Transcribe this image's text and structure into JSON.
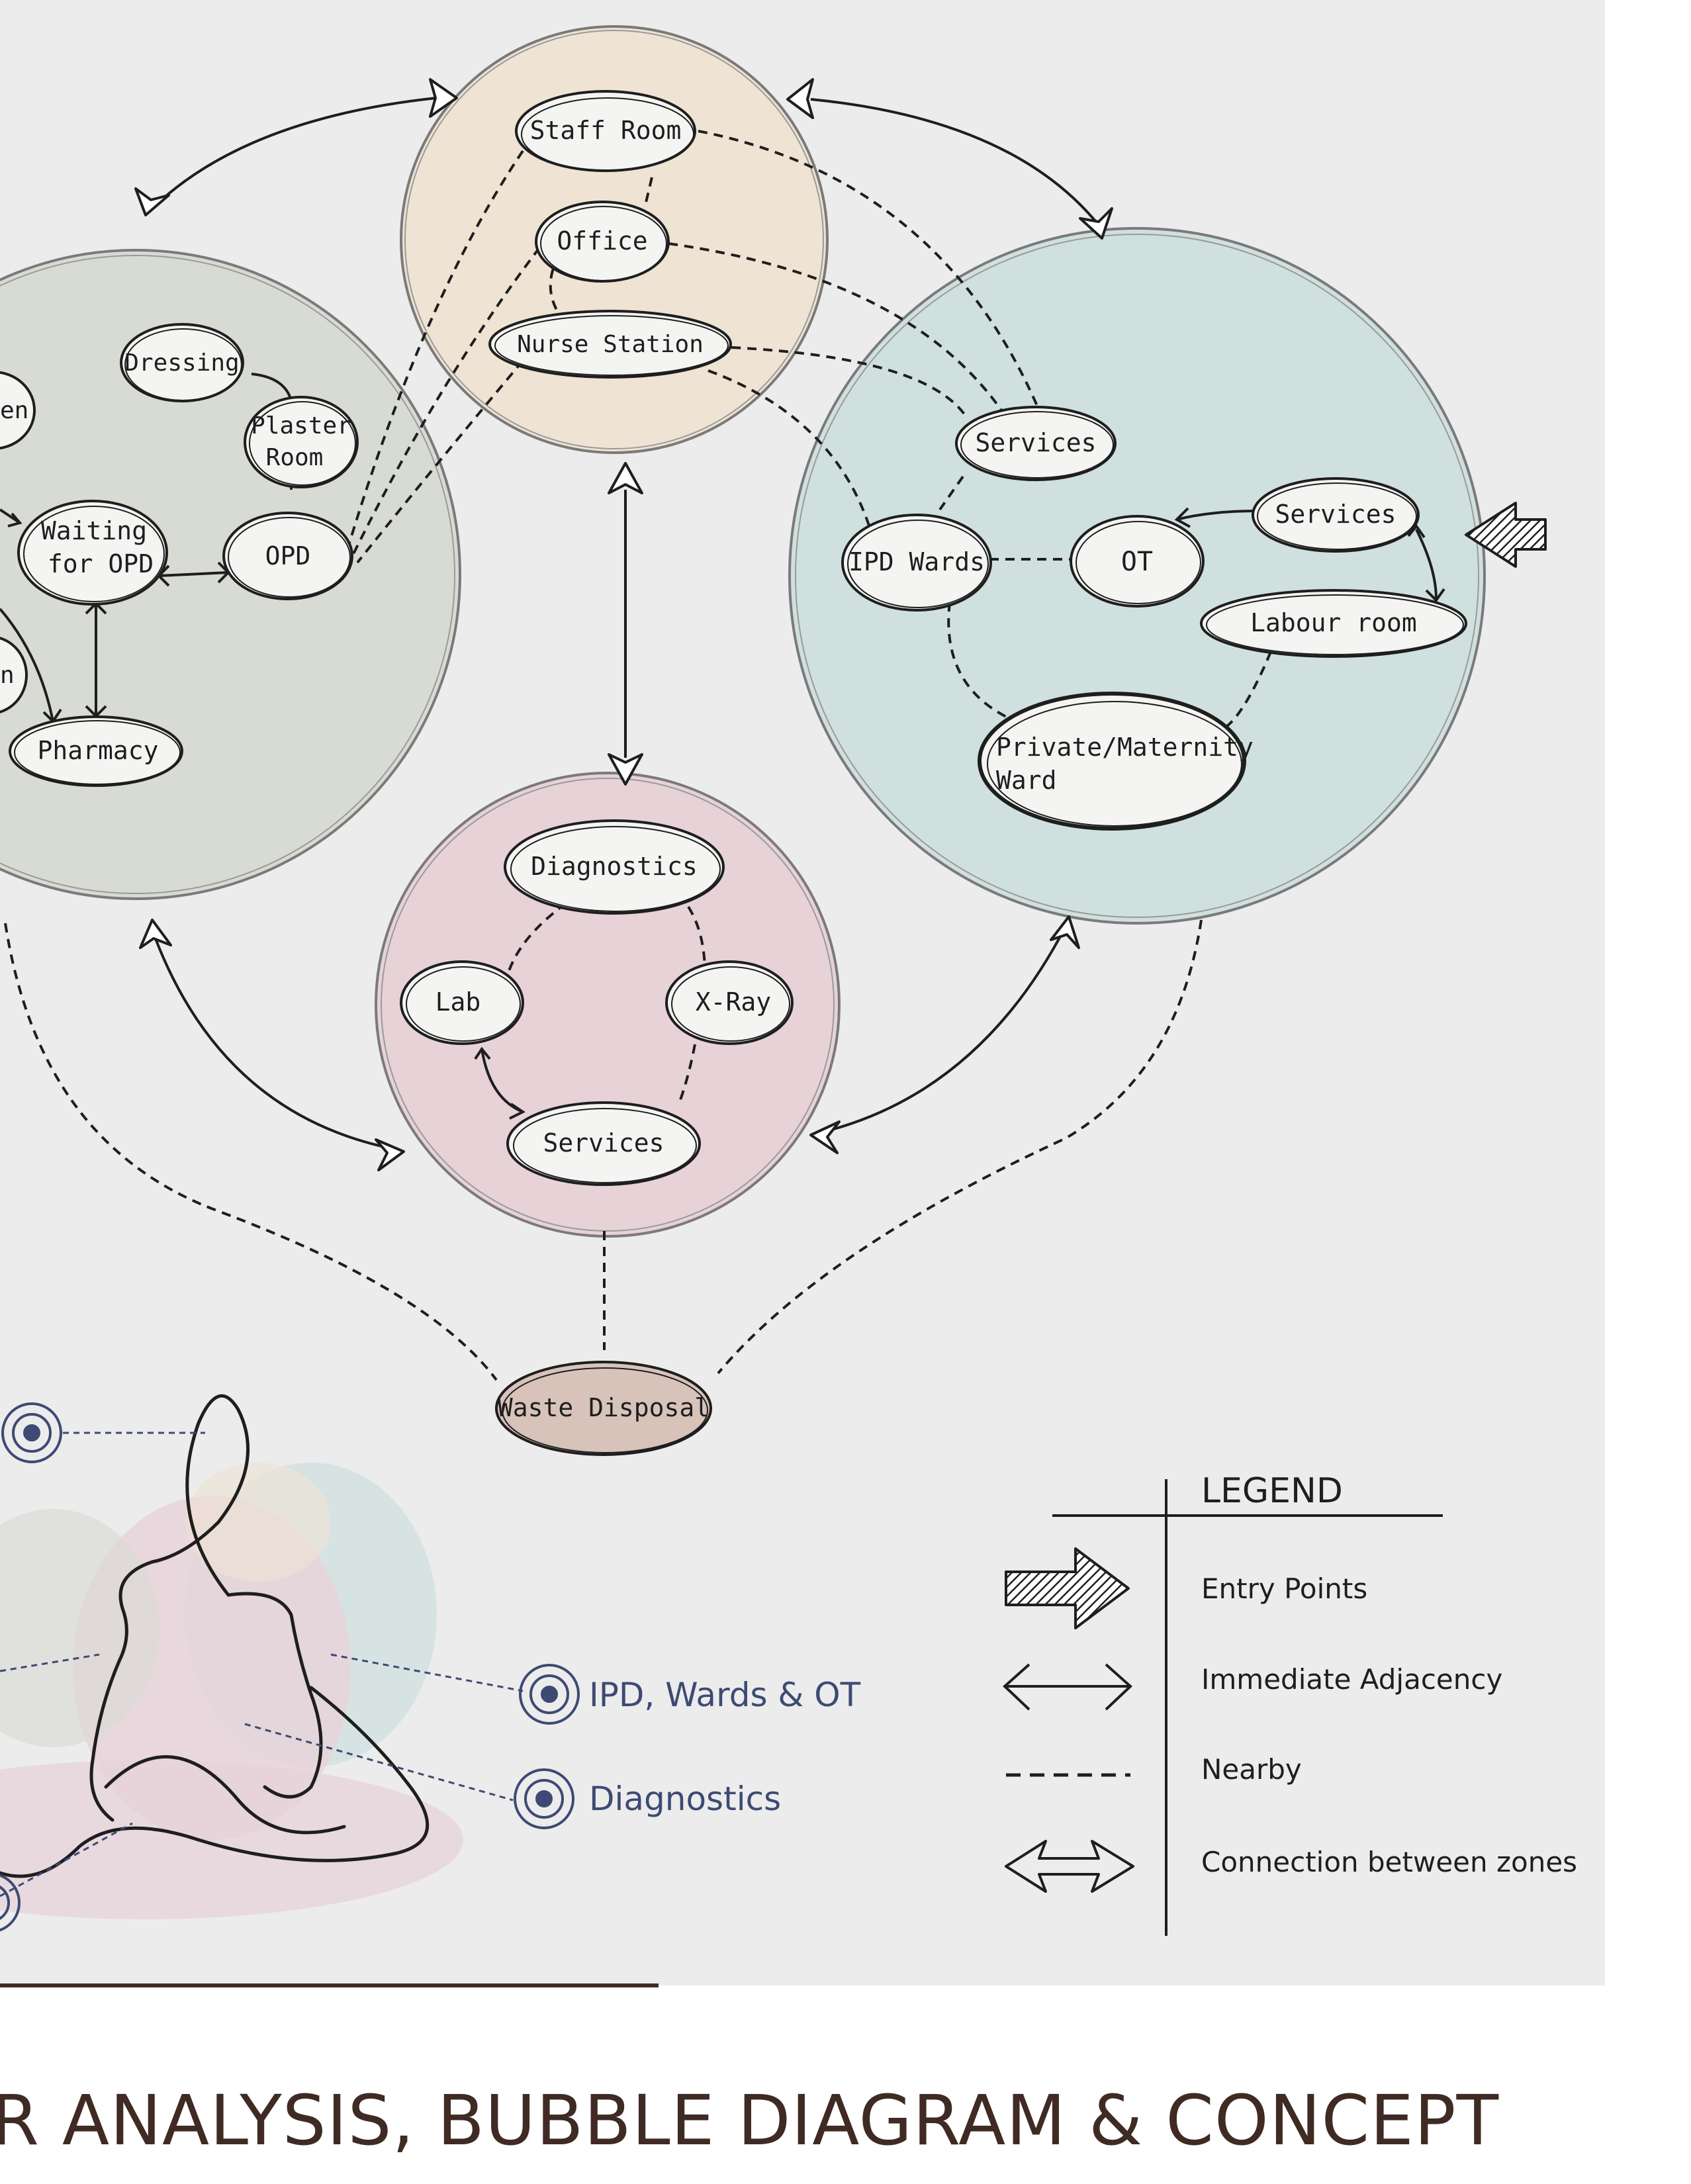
{
  "title": "ER ANALYSIS, BUBBLE DIAGRAM & CONCEPT",
  "nodes": {
    "staff_room": "Staff Room",
    "office": "Office",
    "nurse_station": "Nurse Station",
    "dressing": "Dressing",
    "plaster_room": [
      "Plaster",
      "Room"
    ],
    "left_cut_1": "en",
    "waiting_opd": [
      "Waiting",
      "for OPD"
    ],
    "opd": "OPD",
    "left_cut_2": "n",
    "pharmacy": "Pharmacy",
    "services_top_right": "Services",
    "ipd_wards": "IPD Wards",
    "ot": "OT",
    "services_right": "Services",
    "labour_room": "Labour room",
    "private_maternity": [
      "Private/Maternity",
      "Ward"
    ],
    "diagnostics": "Diagnostics",
    "lab": "Lab",
    "xray": "X-Ray",
    "services_bottom": "Services",
    "waste_disposal": "Waste Disposal"
  },
  "callouts": {
    "ipd": "IPD, Wards & OT",
    "diagnostics": "Diagnostics"
  },
  "legend": {
    "heading": "LEGEND",
    "items": [
      "Entry Points",
      "Immediate Adjacency",
      "Nearby",
      "Connection between zones"
    ]
  },
  "colors": {
    "admin_zone": "#efe3d3",
    "opd_zone": "#d8dbd3",
    "ipd_zone": "#cfe0df",
    "diagnostics_zone": "#e7d2d8",
    "waste": "#d8c3bb",
    "ink": "#1e1e1e",
    "callout": "#3d4a73",
    "title": "#3f2a24"
  }
}
